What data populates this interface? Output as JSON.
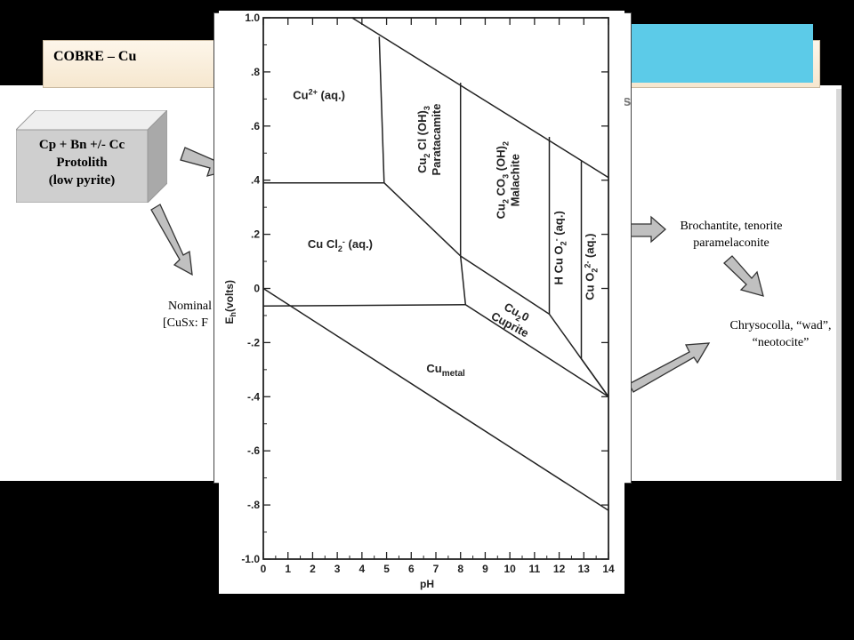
{
  "slide": {
    "title": "COBRE – Cu",
    "protolith": {
      "line1": "Cp + Bn +/- Cc",
      "line2": "Protolith",
      "line3": "(low pyrite)"
    },
    "nominal": {
      "line1": "Nominal",
      "line2": "[CuSx: F"
    },
    "brochantite": {
      "line1": "Brochantite, tenorite",
      "line2": "paramelaconite"
    },
    "chrysocolla": {
      "line1": "Chrysocolla, “wad”,",
      "line2": "“neotocite”"
    },
    "hidden_fragment": "s"
  },
  "colors": {
    "header_bg": "#f6e7cf",
    "cyan_block": "#5ccbe8",
    "arrow_fill": "#c0c0c0"
  },
  "chart_data": {
    "type": "phase-diagram",
    "xlabel": "pH",
    "ylabel_main": "E",
    "ylabel_sub": "h",
    "ylabel_rest": "(volts)",
    "xlim": [
      0,
      14
    ],
    "ylim": [
      -1.0,
      1.0
    ],
    "x_ticks": [
      0,
      1,
      2,
      3,
      4,
      5,
      6,
      7,
      8,
      9,
      10,
      11,
      12,
      13,
      14
    ],
    "y_ticks": [
      {
        "v": 1.0,
        "label": "1.0"
      },
      {
        "v": 0.8,
        "label": ".8"
      },
      {
        "v": 0.6,
        "label": ".6"
      },
      {
        "v": 0.4,
        "label": ".4"
      },
      {
        "v": 0.2,
        "label": ".2"
      },
      {
        "v": 0.0,
        "label": "0"
      },
      {
        "v": -0.2,
        "label": "-.2"
      },
      {
        "v": -0.4,
        "label": "-.4"
      },
      {
        "v": -0.6,
        "label": "-.6"
      },
      {
        "v": -0.8,
        "label": "-.8"
      },
      {
        "v": -1.0,
        "label": "-1.0"
      }
    ],
    "boundaries": [
      {
        "name": "water-upper",
        "points": [
          [
            3.6,
            1.0
          ],
          [
            14,
            0.41
          ]
        ]
      },
      {
        "name": "water-lower",
        "points": [
          [
            0,
            0.0
          ],
          [
            14,
            -0.82
          ]
        ]
      },
      {
        "name": "cu2-cucl2-left",
        "points": [
          [
            0,
            0.39
          ],
          [
            4.9,
            0.39
          ]
        ]
      },
      {
        "name": "cu2-paratacamite",
        "points": [
          [
            4.9,
            0.39
          ],
          [
            4.7,
            0.93
          ]
        ]
      },
      {
        "name": "paratacamite-malachite",
        "points": [
          [
            8.0,
            0.76
          ],
          [
            8.0,
            0.12
          ]
        ]
      },
      {
        "name": "cucl2-paratacamite-diag",
        "points": [
          [
            4.9,
            0.39
          ],
          [
            8.0,
            0.12
          ]
        ]
      },
      {
        "name": "cucl2-cumetal",
        "points": [
          [
            0,
            -0.065
          ],
          [
            8.2,
            -0.06
          ]
        ]
      },
      {
        "name": "cucl2-cuprite",
        "points": [
          [
            8.0,
            0.12
          ],
          [
            8.2,
            -0.06
          ]
        ]
      },
      {
        "name": "malachite-cuprite",
        "points": [
          [
            8.0,
            0.12
          ],
          [
            11.6,
            -0.095
          ]
        ]
      },
      {
        "name": "cuprite-cumetal",
        "points": [
          [
            8.2,
            -0.06
          ],
          [
            14,
            -0.4
          ]
        ]
      },
      {
        "name": "malachite-hcuo2",
        "points": [
          [
            11.6,
            0.56
          ],
          [
            11.6,
            -0.095
          ]
        ]
      },
      {
        "name": "cuprite-hcuo2",
        "points": [
          [
            11.6,
            -0.095
          ],
          [
            14,
            -0.4
          ]
        ]
      },
      {
        "name": "hcuo2-cuo2",
        "points": [
          [
            12.9,
            0.47
          ],
          [
            12.9,
            -0.26
          ]
        ]
      },
      {
        "name": "cuo2-lower",
        "points": [
          [
            12.9,
            -0.26
          ],
          [
            14,
            -0.4
          ]
        ]
      }
    ],
    "regions": [
      {
        "name": "cu2",
        "x": 1.2,
        "y": 0.7,
        "text": "Cu2+ (aq.)",
        "rotate": 0
      },
      {
        "name": "cucl2",
        "x": 1.8,
        "y": 0.15,
        "text": "Cu Cl2- (aq.)",
        "rotate": 0
      },
      {
        "name": "paratacamite",
        "x": 6.6,
        "y": 0.55,
        "text": "Cu2 Cl (OH)3",
        "sub": "Paratacamite",
        "rotate": -90
      },
      {
        "name": "malachite",
        "x": 9.8,
        "y": 0.4,
        "text": "Cu2 CO3 (OH)2",
        "sub": "Malachite",
        "rotate": -90
      },
      {
        "name": "hcuo2",
        "x": 12.15,
        "y": 0.15,
        "text": "H Cu O2- (aq.)",
        "rotate": -90
      },
      {
        "name": "cuo2",
        "x": 13.4,
        "y": 0.08,
        "text": "Cu O22- (aq.)",
        "rotate": -90
      },
      {
        "name": "cuprite",
        "x": 10.2,
        "y": -0.1,
        "text": "Cu20",
        "sub": "Cuprite",
        "rotate": 28
      },
      {
        "name": "cumetal",
        "x": 7.4,
        "y": -0.31,
        "text": "Cu metal",
        "rotate": 0
      }
    ]
  }
}
